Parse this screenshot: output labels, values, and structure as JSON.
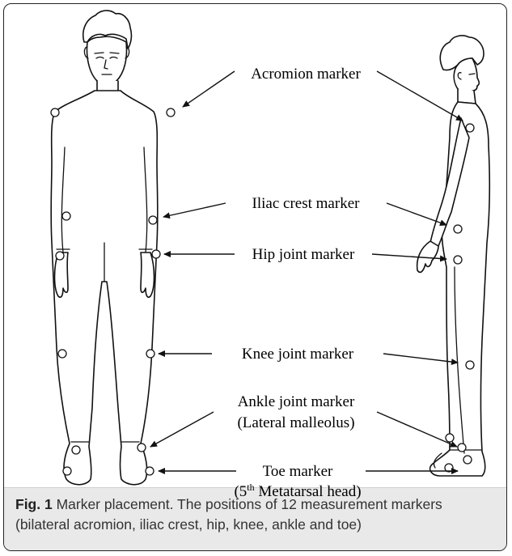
{
  "labels": {
    "acromion": "Acromion marker",
    "iliac": "Iliac crest marker",
    "hip": "Hip joint marker",
    "knee": "Knee joint marker",
    "ankle_line1": "Ankle joint marker",
    "ankle_line2": "(Lateral malleolus)",
    "toe": "Toe marker",
    "toe_sub_open": "(5",
    "toe_sub_sup": "th",
    "toe_sub_rest": " Metatarsal head)"
  },
  "caption": {
    "label": "Fig. 1",
    "text": " Marker placement. The positions of 12 measurement markers (bilateral acromion, iliac crest, hip, knee, ankle and toe)"
  },
  "colors": {
    "caption_background": "#e9e9e9",
    "line": "#111111"
  }
}
